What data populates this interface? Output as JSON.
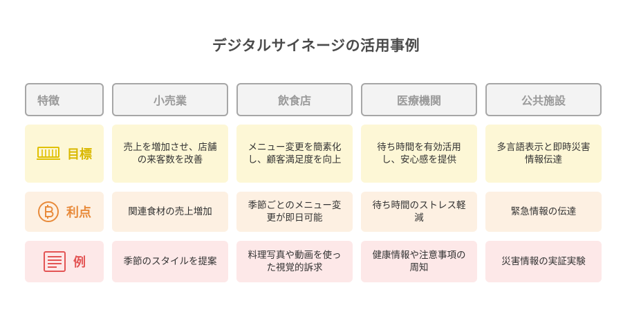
{
  "title": "デジタルサイネージの活用事例",
  "header": {
    "label": "特徴",
    "columns": [
      "小売業",
      "飲食店",
      "医療機関",
      "公共施設"
    ]
  },
  "rows": [
    {
      "label": "目標",
      "icon": "billboard-icon",
      "color": "#d9b800",
      "cells": [
        "売上を増加させ、店舗の来客数を改善",
        "メニュー変更を簡素化し、顧客満足度を向上",
        "待ち時間を有効活用し、安心感を提供",
        "多言語表示と即時災害情報伝達"
      ]
    },
    {
      "label": "利点",
      "icon": "bitcoin-circle-icon",
      "color": "#e88a3a",
      "cells": [
        "関連食材の売上増加",
        "季節ごとのメニュー変更が即日可能",
        "待ち時間のストレス軽減",
        "緊急情報の伝達"
      ]
    },
    {
      "label": "例",
      "icon": "document-list-icon",
      "color": "#e35454",
      "cells": [
        "季節のスタイルを提案",
        "料理写真や動画を使った視覚的訴求",
        "健康情報や注意事項の周知",
        "災害情報の実証実験"
      ]
    }
  ]
}
